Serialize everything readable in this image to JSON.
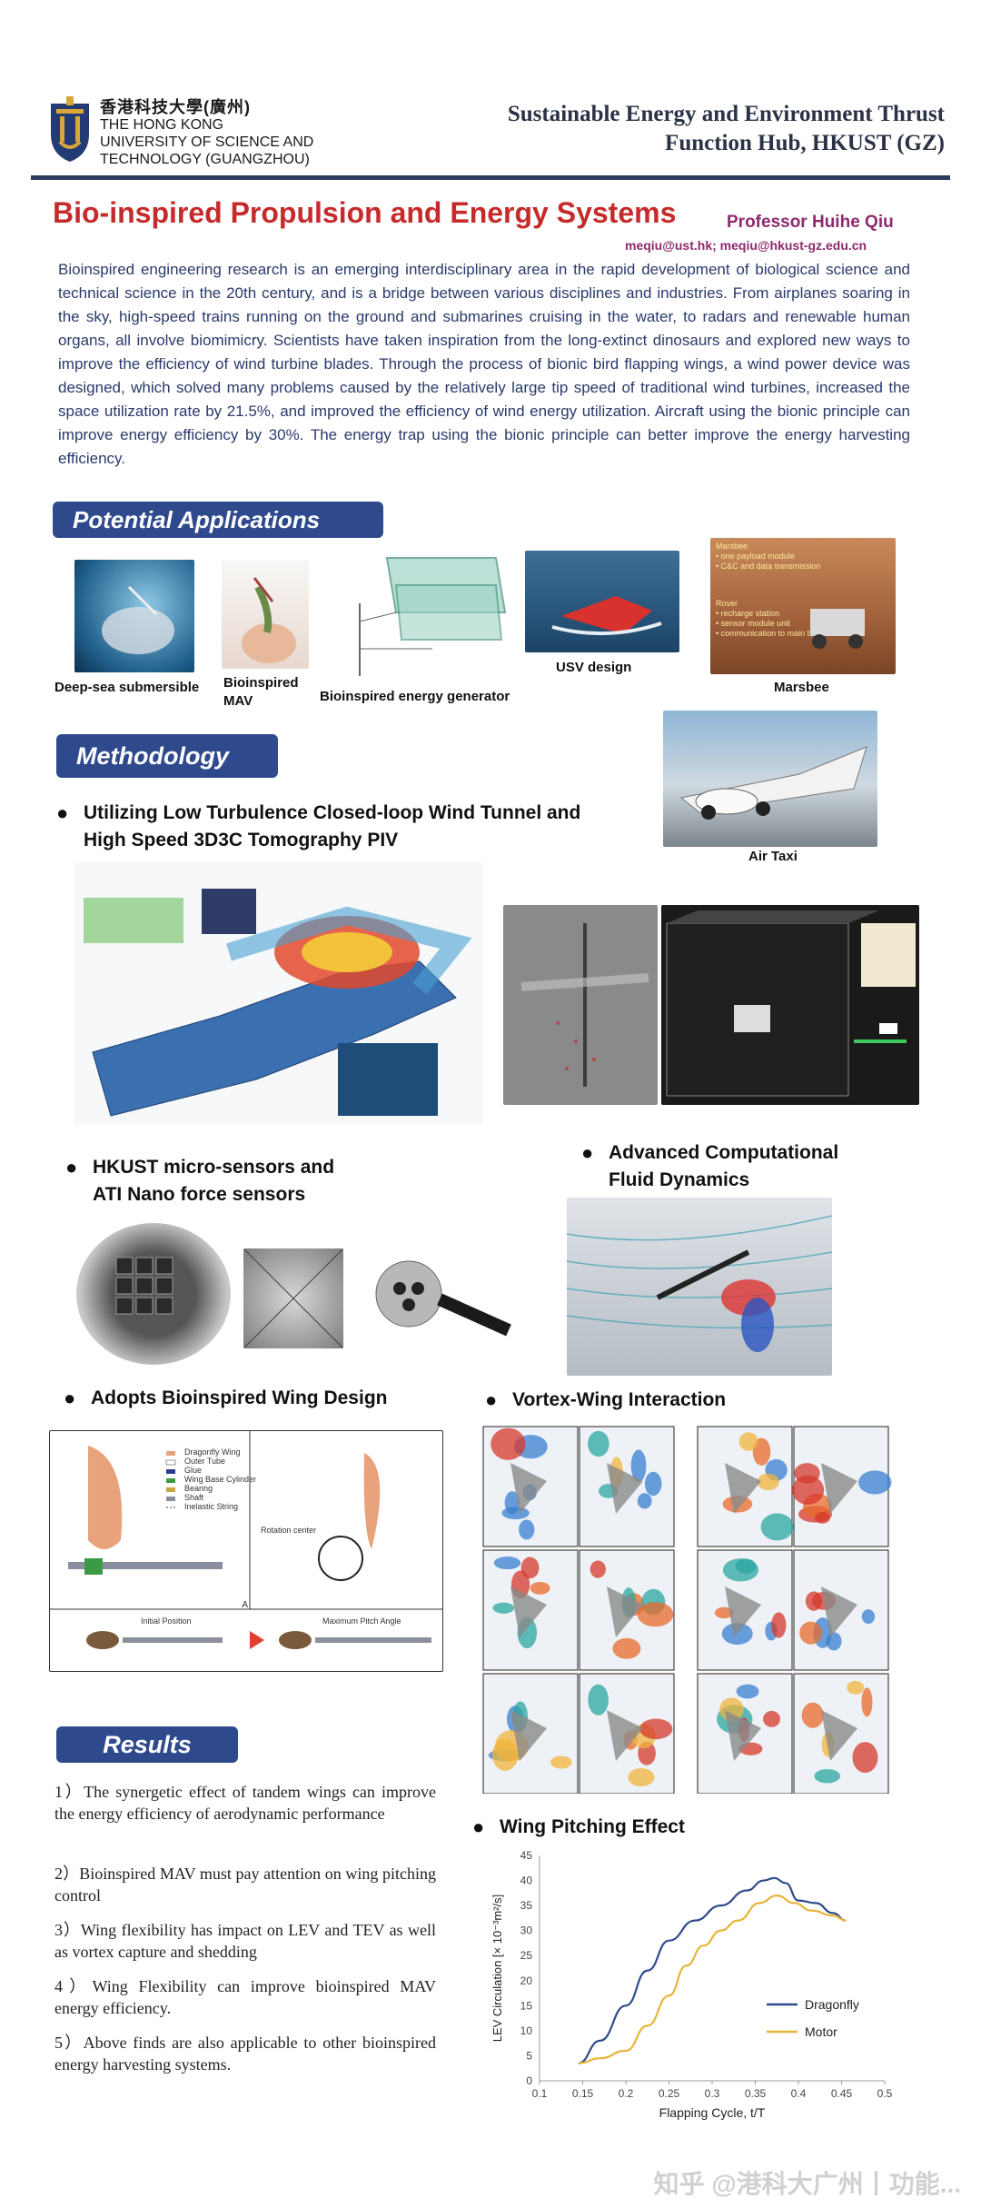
{
  "header": {
    "university_cn": "香港科技大學(廣州)",
    "university_en": [
      "THE HONG KONG",
      "UNIVERSITY OF SCIENCE AND",
      "TECHNOLOGY (GUANGZHOU)"
    ],
    "thrust_line1": "Sustainable Energy and Environment Thrust",
    "thrust_line2": "Function Hub, HKUST (GZ)"
  },
  "title": "Bio-inspired Propulsion and Energy Systems",
  "professor": "Professor  Huihe Qiu",
  "email": "meqiu@ust.hk; meqiu@hkust-gz.edu.cn",
  "intro": "Bioinspired engineering research is an emerging interdisciplinary area in the rapid development of biological science and technical science in the 20th century, and is a bridge between various disciplines and industries. From airplanes soaring in the sky, high-speed trains running on the ground and submarines cruising in the water, to radars and renewable human organs, all involve biomimicry. Scientists have taken inspiration from the long-extinct dinosaurs and explored new ways to improve the efficiency of wind turbine blades. Through the process of bionic bird flapping wings, a wind power device was designed, which solved many problems caused by the relatively large tip speed of traditional wind turbines, increased the space utilization rate by 21.5%, and improved the efficiency of wind energy utilization. Aircraft using the bionic principle can improve energy efficiency by 30%. The energy trap using the bionic principle can better improve the energy harvesting efficiency.",
  "sections": {
    "applications": "Potential Applications",
    "methodology": "Methodology",
    "results": "Results"
  },
  "applications": {
    "deep_sea": "Deep-sea submersible",
    "mav_line1": "Bioinspired",
    "mav_line2": "MAV",
    "generator": "Bioinspired energy generator",
    "usv": "USV design",
    "marsbee": "Marsbee",
    "air_taxi": "Air Taxi",
    "marsbee_text": [
      "Marsbee",
      "• one payload module",
      "• C&C and data transmission",
      "Rover",
      "• recharge station",
      "• sensor module unit",
      "• communication to main base"
    ]
  },
  "method": {
    "bullet1_l1": "Utilizing Low Turbulence Closed-loop Wind Tunnel and",
    "bullet1_l2": "High Speed 3D3C Tomography PIV",
    "bullet2_l1": "HKUST micro-sensors and",
    "bullet2_l2": "ATI Nano force sensors",
    "bullet3_l1": "Advanced Computational",
    "bullet3_l2": "Fluid Dynamics",
    "bullet4": "Adopts Bioinspired Wing Design",
    "bullet5": "Vortex-Wing Interaction",
    "bullet6": "Wing Pitching Effect"
  },
  "wing_design": {
    "legend": [
      "Dragonfly Wing",
      "Outer Tube",
      "Glue",
      "Wing Base Cylinder",
      "Bearing",
      "Shaft",
      "Inelastic String"
    ],
    "initial": "Initial Position",
    "max_pitch": "Maximum Pitch Angle",
    "rotation_center": "Rotation center"
  },
  "results": [
    "1）The synergetic effect of tandem wings can improve the energy efficiency of aerodynamic performance",
    "2）Bioinspired MAV must pay attention on wing pitching control",
    "3）Wing flexibility has impact on LEV and TEV as well as vortex capture and shedding",
    "4）Wing Flexibility can improve bioinspired MAV energy efficiency.",
    "5）Above finds are also applicable to other bioinspired energy harvesting systems."
  ],
  "watermark": "知乎 @港科大广州丨功能...",
  "chart_data": {
    "type": "line",
    "xlabel": "Flapping Cycle, t/T",
    "ylabel": "LEV Circulation [× 10⁻³m²/s]",
    "xlim": [
      0.1,
      0.5
    ],
    "ylim": [
      0,
      45
    ],
    "xticks": [
      "0.1",
      "0.15",
      "0.2",
      "0.25",
      "0.3",
      "0.35",
      "0.4",
      "0.45",
      "0.5"
    ],
    "yticks": [
      "0",
      "5",
      "10",
      "15",
      "20",
      "25",
      "30",
      "35",
      "40",
      "45"
    ],
    "legend_position": "lower-right",
    "grid": false,
    "series": [
      {
        "name": "Dragonfly",
        "color": "#2f4a8c",
        "x": [
          0.145,
          0.17,
          0.2,
          0.225,
          0.25,
          0.28,
          0.31,
          0.34,
          0.36,
          0.372,
          0.385,
          0.4,
          0.42,
          0.44,
          0.455
        ],
        "y": [
          3.5,
          8,
          15,
          22,
          28,
          32,
          35,
          38,
          40,
          40.5,
          39.5,
          36,
          35.5,
          33.5,
          32
        ]
      },
      {
        "name": "Motor",
        "color": "#e8b43a",
        "x": [
          0.145,
          0.17,
          0.2,
          0.225,
          0.25,
          0.27,
          0.29,
          0.31,
          0.33,
          0.355,
          0.375,
          0.395,
          0.415,
          0.44,
          0.455
        ],
        "y": [
          3.5,
          4.5,
          6,
          11,
          17,
          23,
          27,
          30,
          32,
          35.5,
          37,
          35.5,
          34,
          33,
          32
        ]
      }
    ]
  }
}
